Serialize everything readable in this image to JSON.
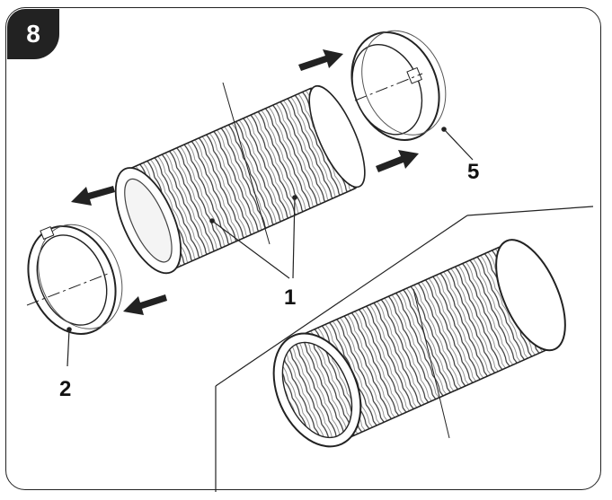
{
  "figure": {
    "step_number": "8",
    "callouts": {
      "hose": "1",
      "left_ring": "2",
      "right_ring": "5"
    }
  },
  "colors": {
    "ink": "#222222",
    "paper": "#ffffff",
    "badge": "#222222"
  },
  "icons": [
    "arrow-icon",
    "hose-icon",
    "connector-ring-icon"
  ]
}
